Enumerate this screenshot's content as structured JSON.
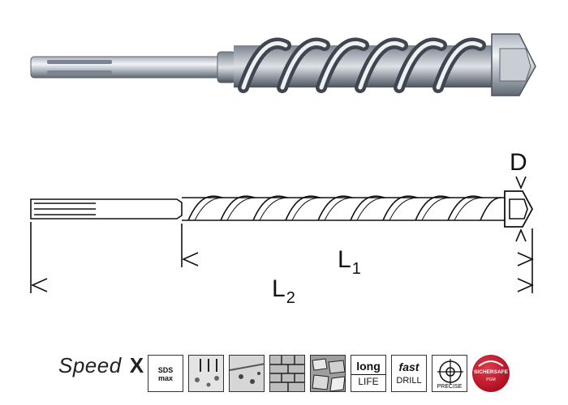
{
  "diagram": {
    "labels": {
      "diameter": "D",
      "working_length_letter": "L",
      "working_length_sub": "1",
      "total_length_letter": "L",
      "total_length_sub": "2"
    }
  },
  "brand": {
    "series_name": "Speed",
    "series_mark": "X"
  },
  "icons": [
    {
      "name": "sds-max-icon",
      "line1": "SDS",
      "line2": "max"
    },
    {
      "name": "concrete-icon"
    },
    {
      "name": "reinforced-concrete-icon"
    },
    {
      "name": "brick-icon"
    },
    {
      "name": "masonry-icon"
    },
    {
      "name": "long-life-icon",
      "line1": "long",
      "line2": "LIFE"
    },
    {
      "name": "fast-drill-icon",
      "line1": "fast",
      "line2": "DRILL"
    },
    {
      "name": "precise-icon",
      "line1": "PRECISE"
    },
    {
      "name": "sichersafe-icon",
      "line1": "SICHERSAFE",
      "line2": "PGM"
    }
  ],
  "colors": {
    "ink": "#111111",
    "steel_dark": "#6c7480",
    "steel_light": "#e6e9ee",
    "badge_red": "#c0142b"
  }
}
